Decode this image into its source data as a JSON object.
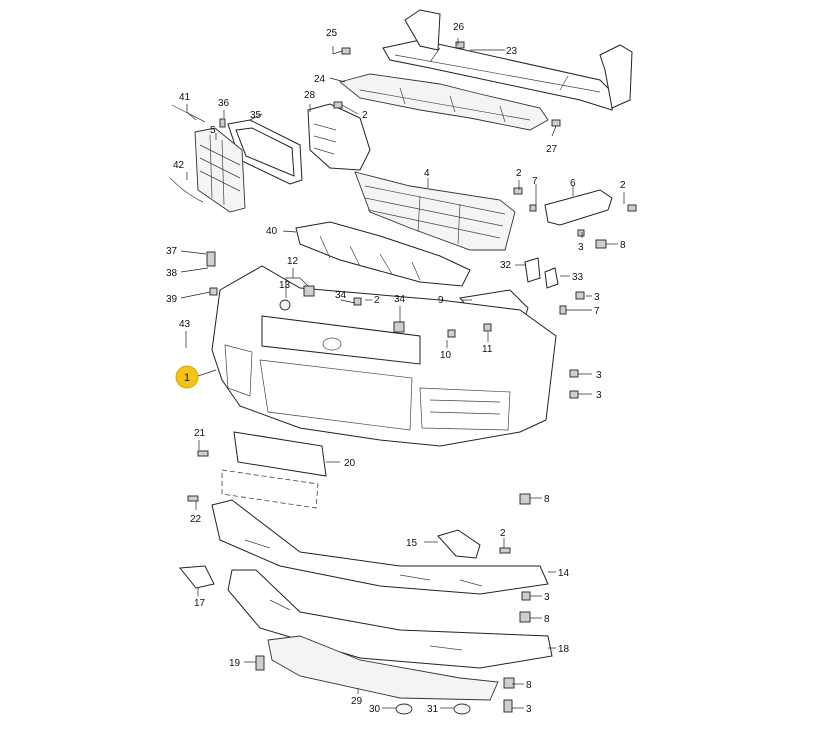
{
  "callouts": {
    "c1": "1",
    "c2a": "2",
    "c2b": "2",
    "c2c": "2",
    "c2d": "2",
    "c2e": "2",
    "c3a": "3",
    "c3b": "3",
    "c3c": "3",
    "c3d": "3",
    "c3e": "3",
    "c3f": "3",
    "c4": "4",
    "c5": "5",
    "c6": "6",
    "c7a": "7",
    "c7b": "7",
    "c8a": "8",
    "c8b": "8",
    "c8c": "8",
    "c8d": "8",
    "c9": "9",
    "c10": "10",
    "c11": "11",
    "c12": "12",
    "c13": "13",
    "c14": "14",
    "c15": "15",
    "c17": "17",
    "c18": "18",
    "c19": "19",
    "c20": "20",
    "c21": "21",
    "c22": "22",
    "c23": "23",
    "c24": "24",
    "c25": "25",
    "c26": "26",
    "c27": "27",
    "c28": "28",
    "c29": "29",
    "c30": "30",
    "c31": "31",
    "c32": "32",
    "c33": "33",
    "c34a": "34",
    "c34b": "34",
    "c35": "35",
    "c36": "36",
    "c37": "37",
    "c38": "38",
    "c39": "39",
    "c40": "40",
    "c41": "41",
    "c42": "42",
    "c43": "43"
  },
  "highlight": {
    "label": "1",
    "color": "#f2c417"
  }
}
